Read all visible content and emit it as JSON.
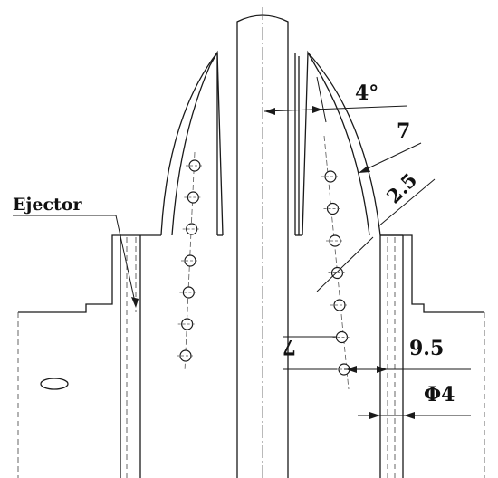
{
  "labels": {
    "ejector": "Ejector",
    "angle": "4°",
    "dim_lip": "7",
    "dim_wall": "2.5",
    "dim_pitch": "7",
    "dim_offset": "9.5",
    "dim_hole_dia": "Φ4"
  },
  "colors": {
    "line": "#1a1a1a",
    "centerline": "#555555"
  },
  "holes": {
    "left_column_count": 7,
    "right_column_count": 7
  }
}
